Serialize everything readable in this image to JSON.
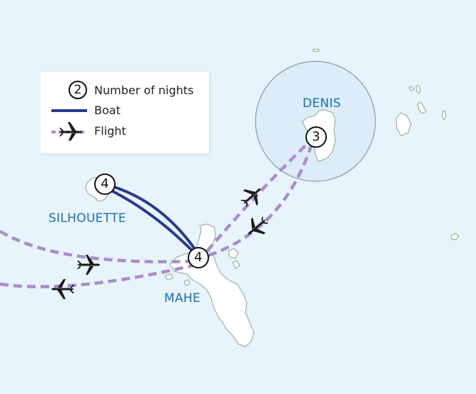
{
  "map": {
    "background_color": "#e8f4fc",
    "land_color": "#ffffff",
    "coast_color": "#9fb8a4",
    "highlight_circle_fill": "#dcedf9",
    "highlight_circle_stroke": "#8a9aa6",
    "label_color": "#1b6fb5",
    "boat_color": "#263b8c",
    "flight_color": "#a98ec9"
  },
  "legend": {
    "items": [
      {
        "symbol": "night-count-circle",
        "symbol_value": "2",
        "label": "Number of nights"
      },
      {
        "symbol": "boat-line",
        "label": "Boat"
      },
      {
        "symbol": "flight-dashed-plane",
        "label": "Flight"
      }
    ]
  },
  "places": [
    {
      "name": "DENIS",
      "nights": "3"
    },
    {
      "name": "SILHOUETTE",
      "nights": "4"
    },
    {
      "name": "MAHE",
      "nights": "4"
    }
  ],
  "routes": [
    {
      "type": "boat",
      "from": "MAHE",
      "to": "SILHOUETTE"
    },
    {
      "type": "boat",
      "from": "SILHOUETTE",
      "to": "MAHE"
    },
    {
      "type": "flight",
      "from": "MAHE",
      "to": "DENIS"
    },
    {
      "type": "flight",
      "from": "DENIS",
      "to": "MAHE"
    },
    {
      "type": "flight",
      "from": "international",
      "to": "MAHE"
    },
    {
      "type": "flight",
      "from": "MAHE",
      "to": "international"
    }
  ]
}
